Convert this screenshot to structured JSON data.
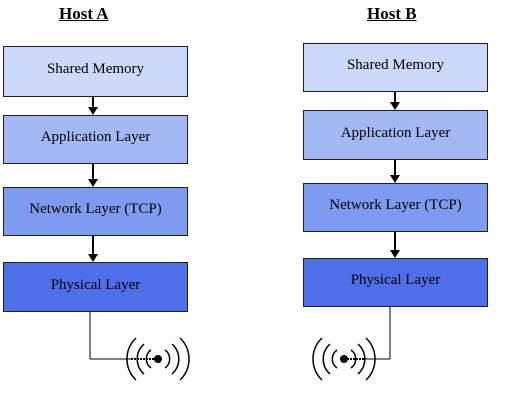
{
  "hosts": [
    {
      "title": "Host A",
      "layers": [
        "Shared Memory",
        "Application Layer",
        "Network Layer (TCP)",
        "Physical Layer"
      ]
    },
    {
      "title": "Host B",
      "layers": [
        "Shared Memory",
        "Application Layer",
        "Network Layer (TCP)",
        "Physical Layer"
      ]
    }
  ],
  "colors": {
    "shared_memory": "#ccd9fa",
    "application_layer": "#a3b8f5",
    "network_layer": "#7f9bef",
    "physical_layer": "#4f6fe9",
    "line": "#000000"
  },
  "icons": {
    "antenna": "antenna-signal-icon"
  }
}
